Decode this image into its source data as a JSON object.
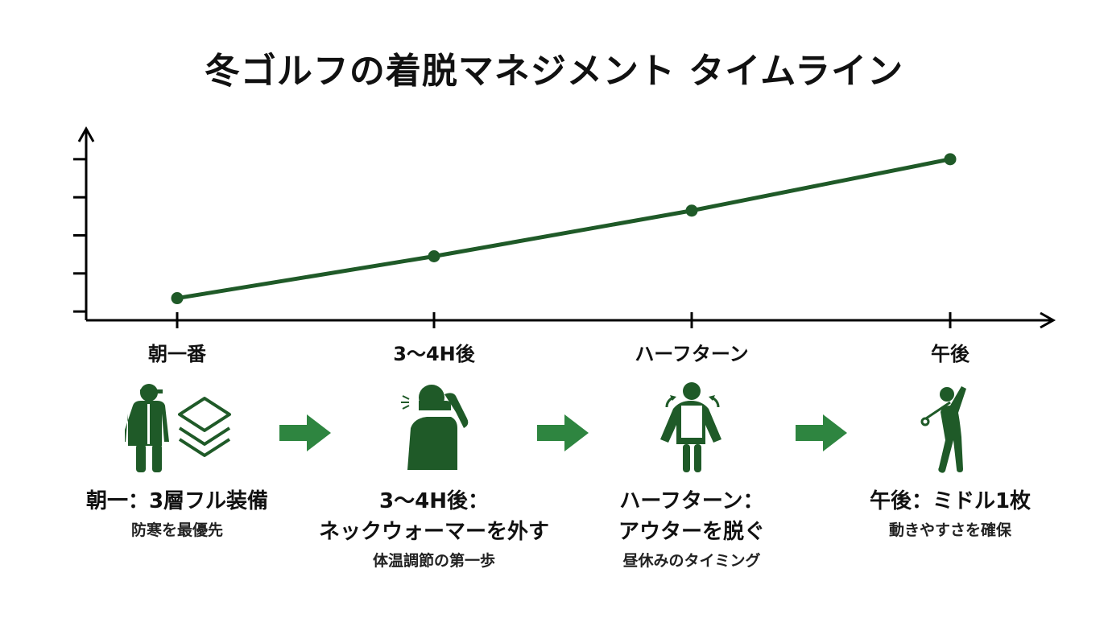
{
  "title": "冬ゴルフの着脱マネジメント タイムライン",
  "colors": {
    "line": "#1f5a28",
    "arrow": "#2e8540",
    "icon": "#1f5a28",
    "axis": "#000000"
  },
  "chart_data": {
    "type": "line",
    "categories": [
      "朝一番",
      "3〜4H後",
      "ハーフターン",
      "午後"
    ],
    "values": [
      1.35,
      2.45,
      3.65,
      5.0
    ],
    "y_ticks": [
      1,
      2,
      3,
      4,
      5
    ],
    "ylim": [
      0.77,
      5.8
    ],
    "y_tick_labels_shown": false,
    "grid": false,
    "title": "",
    "xlabel": "",
    "ylabel": ""
  },
  "steps": [
    {
      "icon": "person-in-winter-jacket-with-layers-icon",
      "heading_lines": [
        "朝一：3層フル装備"
      ],
      "sub": "防寒を最優先"
    },
    {
      "icon": "person-removing-neck-warmer-icon",
      "heading_lines": [
        "3〜4H後：",
        "ネックウォーマーを外す"
      ],
      "sub": "体温調節の第一歩"
    },
    {
      "icon": "person-taking-off-jacket-icon",
      "heading_lines": [
        "ハーフターン：",
        "アウターを脱ぐ"
      ],
      "sub": "昼休みのタイミング"
    },
    {
      "icon": "golfer-swinging-icon",
      "heading_lines": [
        "午後：ミドル1枚"
      ],
      "sub": "動きやすさを確保"
    }
  ],
  "flow_arrow_icon": "right-arrow-icon"
}
